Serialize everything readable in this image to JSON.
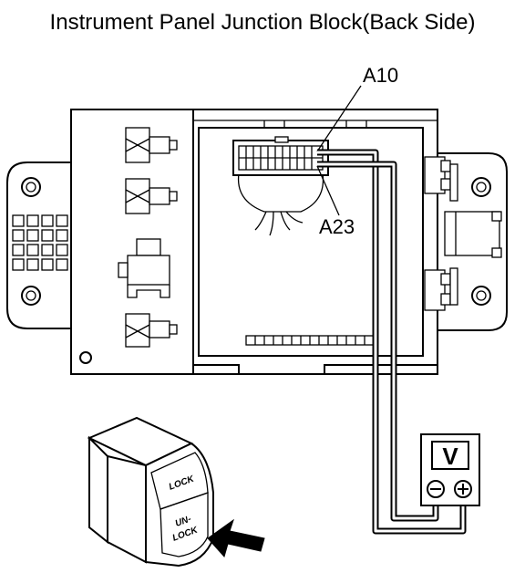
{
  "title": "Instrument Panel Junction Block(Back Side)",
  "labels": {
    "connector_top": "A10",
    "connector_bottom": "A23"
  },
  "voltmeter": {
    "symbol": "V",
    "neg_terminal": "−",
    "pos_terminal": "+"
  },
  "switch": {
    "lock": "LOCK",
    "unlock_line1": "UN-",
    "unlock_line2": "LOCK"
  },
  "icons": {
    "arrow": "press-arrow-icon",
    "negative": "minus-icon",
    "positive": "plus-icon"
  }
}
